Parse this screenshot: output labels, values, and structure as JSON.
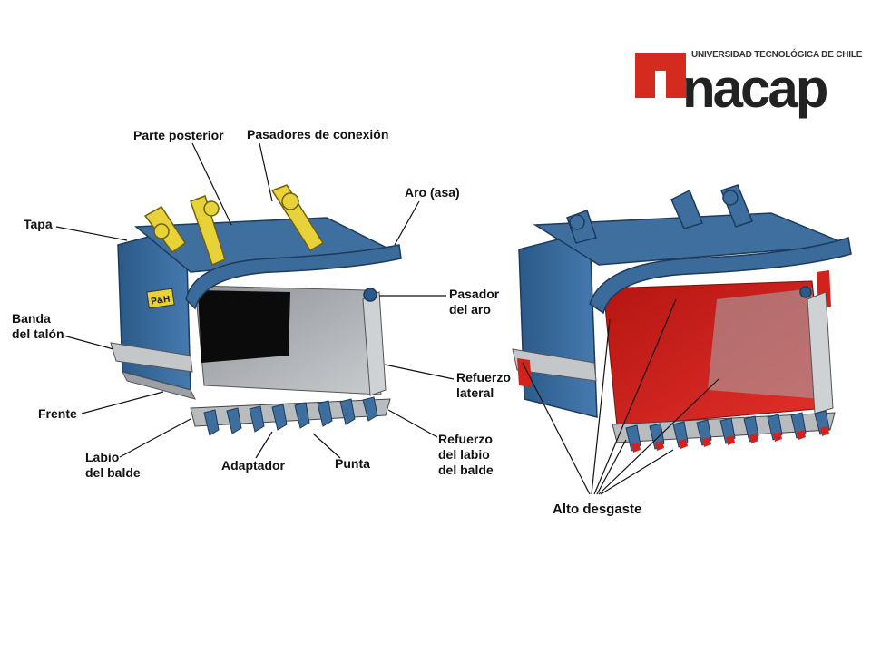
{
  "logo": {
    "university": "UNIVERSIDAD TECNOLÓGICA DE CHILE",
    "brand": "nacap",
    "brand_color": "#d52b1e"
  },
  "left_diagram": {
    "badge": "P&H",
    "labels": {
      "parte_posterior": "Parte posterior",
      "pasadores_conexion": "Pasadores de conexión",
      "tapa": "Tapa",
      "aro_asa": "Aro (asa)",
      "pasador_aro_1": "Pasador",
      "pasador_aro_2": "del aro",
      "banda_talon_1": "Banda",
      "banda_talon_2": "del talón",
      "refuerzo_lateral_1": "Refuerzo",
      "refuerzo_lateral_2": "lateral",
      "frente": "Frente",
      "labio_balde_1": "Labio",
      "labio_balde_2": "del balde",
      "adaptador": "Adaptador",
      "punta": "Punta",
      "refuerzo_labio_1": "Refuerzo",
      "refuerzo_labio_2": "del labio",
      "refuerzo_labio_3": "del balde"
    }
  },
  "right_diagram": {
    "label": "Alto desgaste",
    "wear_color": "#d3221c"
  },
  "colors": {
    "bucket_blue": "#3d6e9e",
    "bucket_dark": "#24496f",
    "pin_yellow": "#e8d23a"
  }
}
